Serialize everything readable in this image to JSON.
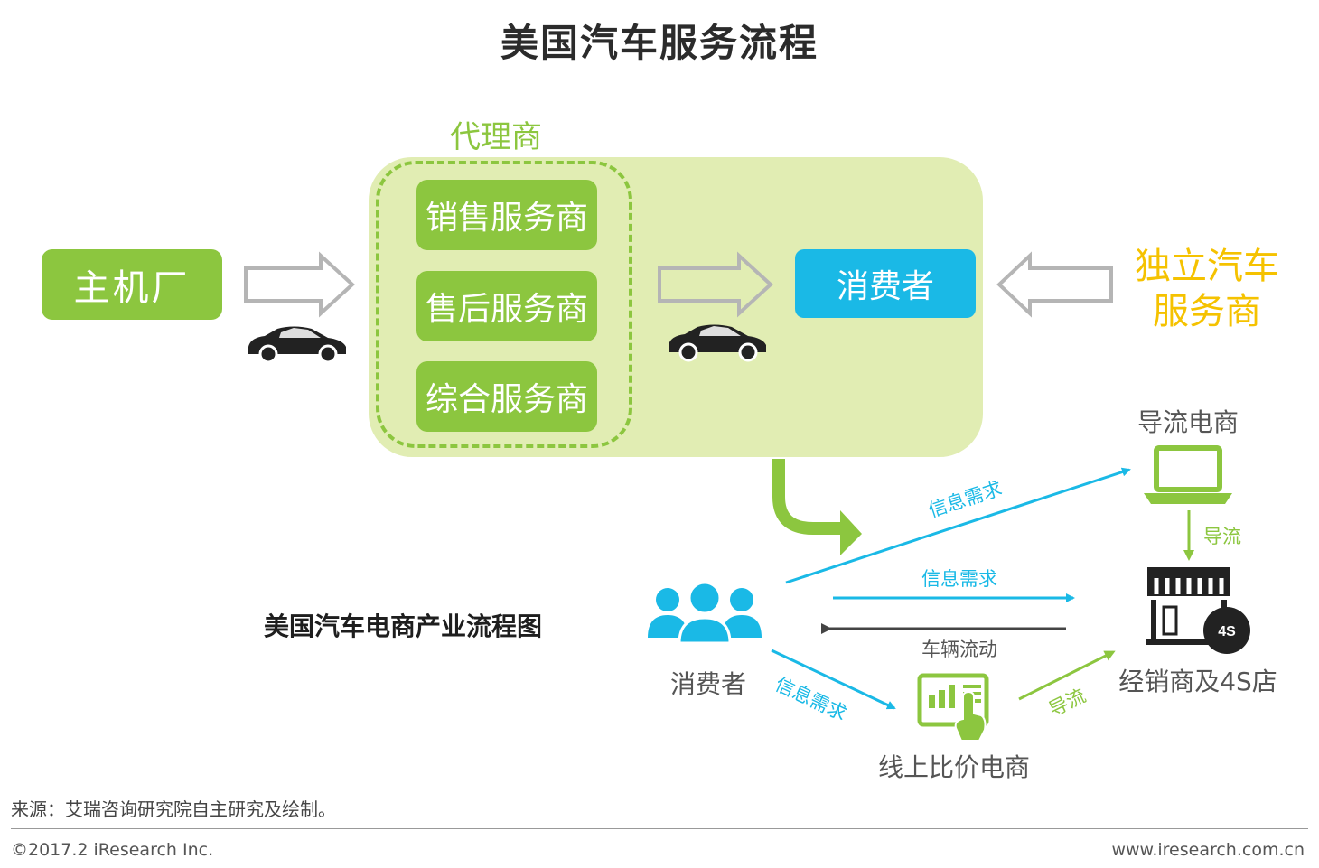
{
  "title": "美国汽车服务流程",
  "top_flow": {
    "oem": "主机厂",
    "agent_label": "代理商",
    "service_providers": [
      "销售服务商",
      "售后服务商",
      "综合服务商"
    ],
    "consumer": "消费者",
    "independent_service": [
      "独立汽车",
      "服务商"
    ]
  },
  "bottom_flow": {
    "title": "美国汽车电商产业流程图",
    "consumer": "消费者",
    "lead_gen_ecommerce": "导流电商",
    "dealers": "经销商及4S店",
    "price_compare": "线上比价电商",
    "badge_4s": "4S",
    "labels": {
      "info_demand_1": "信息需求",
      "info_demand_2": "信息需求",
      "info_demand_3": "信息需求",
      "vehicle_flow": "车辆流动",
      "traffic_1": "导流",
      "traffic_2": "导流"
    }
  },
  "footer": {
    "source": "来源：艾瑞咨询研究院自主研究及绘制。",
    "copyright": "©2017.2 iResearch Inc.",
    "website": "www.iresearch.com.cn"
  },
  "colors": {
    "green": "#8cc63f",
    "light_green": "#e1edb3",
    "blue": "#1ab9e6",
    "yellow": "#f5c200",
    "dark": "#333333"
  }
}
